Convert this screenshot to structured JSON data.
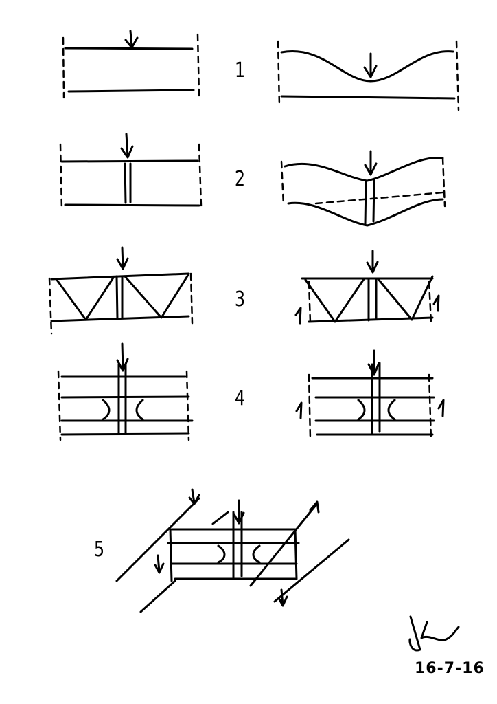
{
  "steps": [
    "1",
    "2",
    "3",
    "4",
    "5"
  ],
  "signature": "JK",
  "date": "16-7-16",
  "ink_color": "#000000",
  "paper_color": "#ffffff"
}
